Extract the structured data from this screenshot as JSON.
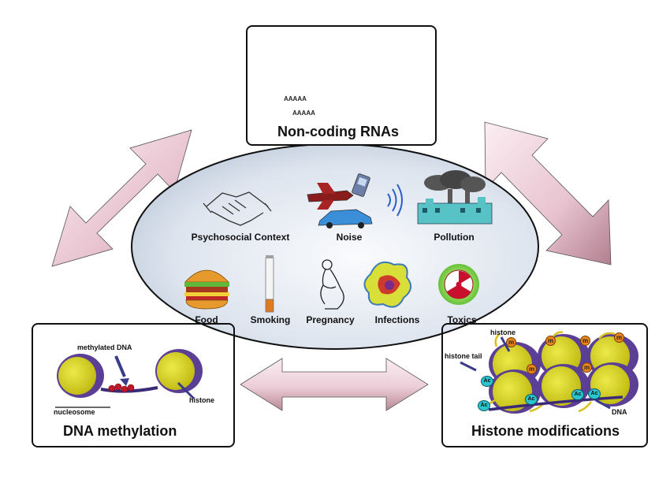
{
  "central": {
    "factors": [
      {
        "id": "psychosocial",
        "label": "Psychosocial Context",
        "icon": "handshake-icon"
      },
      {
        "id": "noise",
        "label": "Noise",
        "icon": "airplane-car-phone-icon"
      },
      {
        "id": "pollution",
        "label": "Pollution",
        "icon": "factory-smoke-icon"
      },
      {
        "id": "food",
        "label": "Food",
        "icon": "burger-icon"
      },
      {
        "id": "smoking",
        "label": "Smoking",
        "icon": "cigarette-icon"
      },
      {
        "id": "pregnancy",
        "label": "Pregnancy",
        "icon": "pregnant-woman-icon"
      },
      {
        "id": "infections",
        "label": "Infections",
        "icon": "pathogen-icon"
      },
      {
        "id": "toxics",
        "label": "Toxics",
        "icon": "radiation-icon"
      }
    ]
  },
  "ncrna": {
    "title": "Non-coding RNAs",
    "poly_a": [
      "AAAAA",
      "AAAAA"
    ]
  },
  "dna_methylation": {
    "title": "DNA methylation",
    "labels": {
      "methylated_dna": "methylated DNA",
      "histone": "histone",
      "nucleosome": "nucleosome"
    }
  },
  "histone_mods": {
    "title": "Histone modifications",
    "labels": {
      "histone": "histone",
      "histone_tail": "histone tail",
      "dna": "DNA"
    },
    "marks": {
      "methyl": "m",
      "acetyl": "Ac"
    }
  },
  "colors": {
    "arrow_fill": "#eed3dc",
    "arrow_dark": "#b98896",
    "ellipse_light": "#f4f6fa",
    "ellipse_dark": "#b6c3d4",
    "nucleosome_yellow": "#d9d41a",
    "histone_purple": "#5a3f94"
  }
}
